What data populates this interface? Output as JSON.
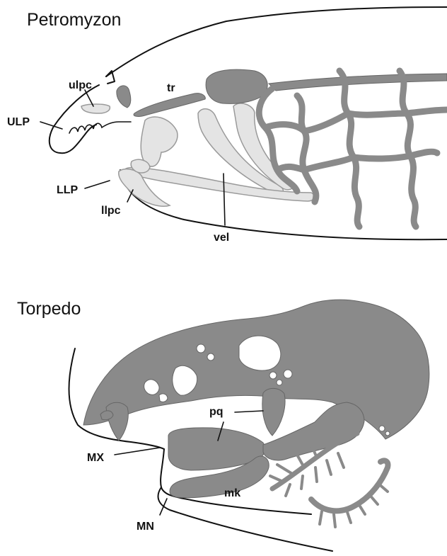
{
  "panels": [
    {
      "title": "Petromyzon",
      "labels": {
        "ulpc": "ulpc",
        "ULP": "ULP",
        "tr": "tr",
        "LLP": "LLP",
        "llpc": "llpc",
        "vel": "vel"
      }
    },
    {
      "title": "Torpedo",
      "labels": {
        "pq": "pq",
        "MX": "MX",
        "mk": "mk",
        "MN": "MN"
      }
    }
  ],
  "colors": {
    "cartilage": "#8a8a8a",
    "light_cartilage": "#e4e4e4",
    "ink": "#111111",
    "background": "#ffffff"
  }
}
